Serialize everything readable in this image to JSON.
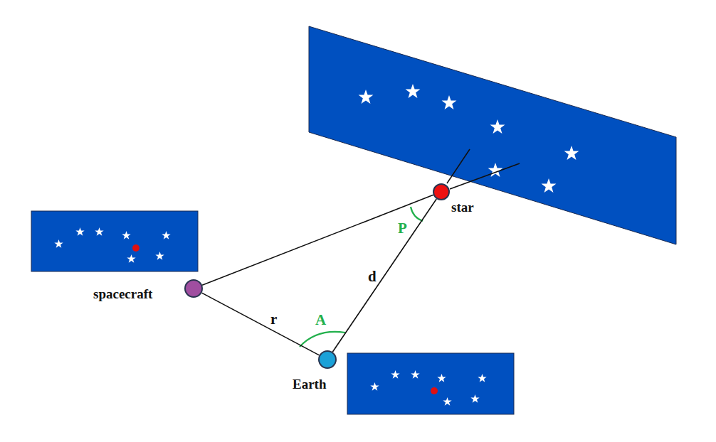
{
  "diagram": {
    "nodes": [
      {
        "text": [
          "star"
        ]
      },
      {
        "text": [
          "spacecraft"
        ]
      },
      {
        "text": [
          "Earth"
        ]
      }
    ],
    "edges": [
      {
        "from": 1,
        "to": 0,
        "arrow": "none"
      },
      {
        "from": 2,
        "to": 0,
        "label": "d",
        "arrow": "none"
      },
      {
        "from": 1,
        "to": 2,
        "label": "r",
        "arrow": "none"
      }
    ],
    "labels": [
      "P",
      "A"
    ]
  }
}
